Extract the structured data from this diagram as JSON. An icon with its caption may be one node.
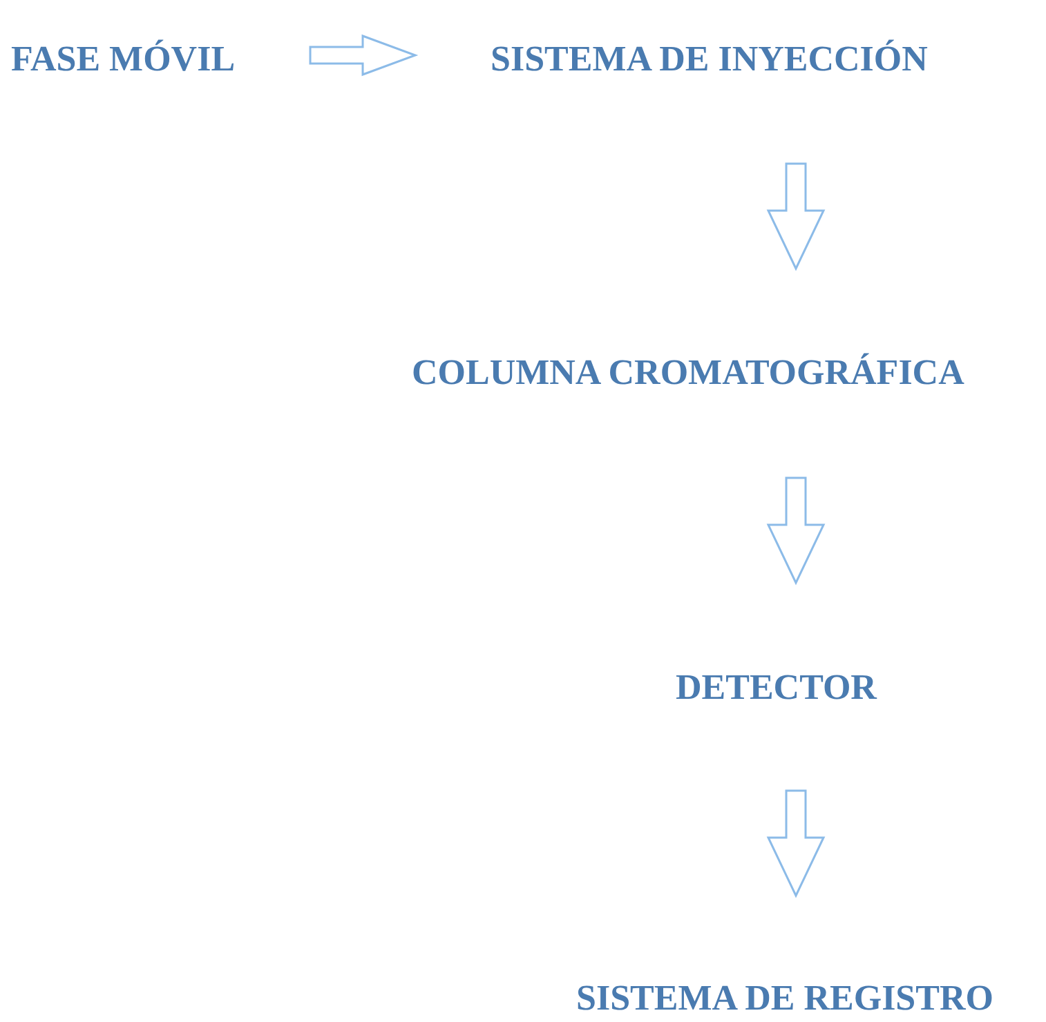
{
  "diagram": {
    "nodes": [
      {
        "text": [
          "FASE MÓVIL"
        ]
      },
      {
        "text": [
          "SISTEMA DE INYECCIÓN"
        ]
      },
      {
        "text": [
          "COLUMNA CROMATOGRÁFICA"
        ]
      },
      {
        "text": [
          "DETECTOR"
        ]
      },
      {
        "text": [
          "SISTEMA DE REGISTRO"
        ]
      }
    ],
    "edges": [
      {
        "from": 0,
        "to": 1,
        "arrow": "to"
      },
      {
        "from": 1,
        "to": 2,
        "arrow": "to"
      },
      {
        "from": 2,
        "to": 3,
        "arrow": "to"
      },
      {
        "from": 3,
        "to": 4,
        "arrow": "to"
      }
    ]
  }
}
